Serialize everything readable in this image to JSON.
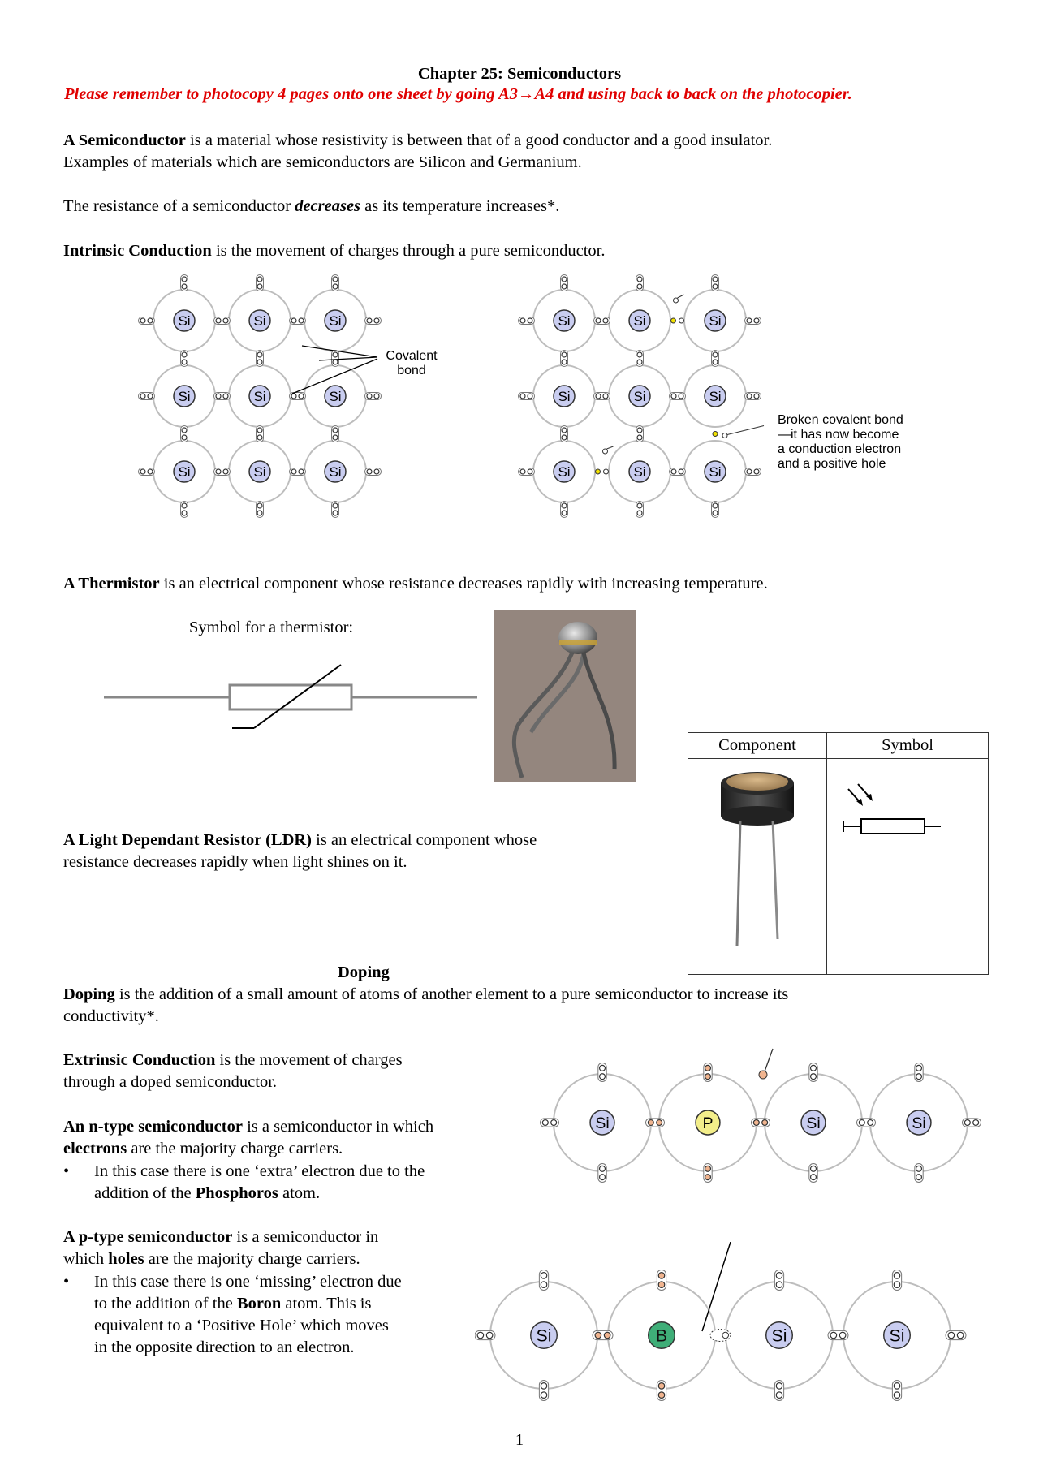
{
  "header": {
    "title": "Chapter 25: Semiconductors",
    "notice": "Please remember to photocopy 4 pages onto one sheet by going A3→A4 and using back to back on the photocopier."
  },
  "semiconductor": {
    "term": "A Semiconductor",
    "def_rest": " is a material whose resistivity is between that of a good conductor and a good insulator.",
    "line2": "Examples of materials which are semiconductors are Silicon and Germanium."
  },
  "resistance": {
    "pre": "The resistance of a semiconductor ",
    "emph": "decreases",
    "post": " as its temperature increases*."
  },
  "intrinsic": {
    "term": "Intrinsic Conduction",
    "def_rest": " is the movement of charges through a pure semiconductor."
  },
  "lattice": {
    "atom_label": "Si",
    "covalent_label_1": "Covalent",
    "covalent_label_2": "bond",
    "broken_label_1": "Broken covalent bond",
    "broken_label_2": "—it has now become",
    "broken_label_3": "a conduction electron",
    "broken_label_4": "and a positive hole"
  },
  "thermistor": {
    "term": "A Thermistor",
    "def_rest": " is an electrical component whose resistance decreases rapidly with increasing temperature.",
    "symbol_caption": "Symbol for a thermistor:"
  },
  "ldr": {
    "term": "A Light Dependant Resistor (LDR)",
    "def_rest": " is an electrical component whose",
    "line2": "resistance decreases rapidly when light shines on it.",
    "table_col1": "Component",
    "table_col2": "Symbol"
  },
  "doping": {
    "heading": "Doping",
    "term": "Doping",
    "def_rest": " is the addition of a small amount of atoms of another element to a pure semiconductor to increase its",
    "line2": "conductivity*."
  },
  "extrinsic": {
    "term": "Extrinsic Conduction",
    "def_rest": " is the movement of charges",
    "line2": "through a doped semiconductor."
  },
  "ntype": {
    "term": "An n-type semiconductor",
    "def_rest": " is a semiconductor in which",
    "line2_b": "electrons",
    "line2_rest": " are the majority charge carriers.",
    "bullet_1": "In this case there is one ‘extra’ electron due to the",
    "bullet_2_pre": "addition of the ",
    "bullet_2_b": "Phosphoros",
    "bullet_2_post": " atom.",
    "atoms": [
      "Si",
      "P",
      "Si",
      "Si"
    ]
  },
  "ptype": {
    "term": "A p-type semiconductor",
    "def_rest": " is a semiconductor in",
    "line2_pre": "which ",
    "line2_b": "holes",
    "line2_rest": " are the majority charge carriers.",
    "bullet_1": "In this case there is one ‘missing’ electron due",
    "bullet_2_pre": "to the addition of the ",
    "bullet_2_b": "Boron",
    "bullet_2_post": " atom. This is",
    "bullet_3": "equivalent to a ‘Positive Hole’ which moves",
    "bullet_4": "in the opposite direction to an electron.",
    "atoms": [
      "Si",
      "B",
      "Si",
      "Si"
    ]
  },
  "footer": {
    "page_number": "1"
  },
  "colors": {
    "notice_red": "#e00000",
    "si_blue": "#c9cdf0",
    "p_yellow": "#f3ee8a",
    "b_green": "#3fae78"
  }
}
